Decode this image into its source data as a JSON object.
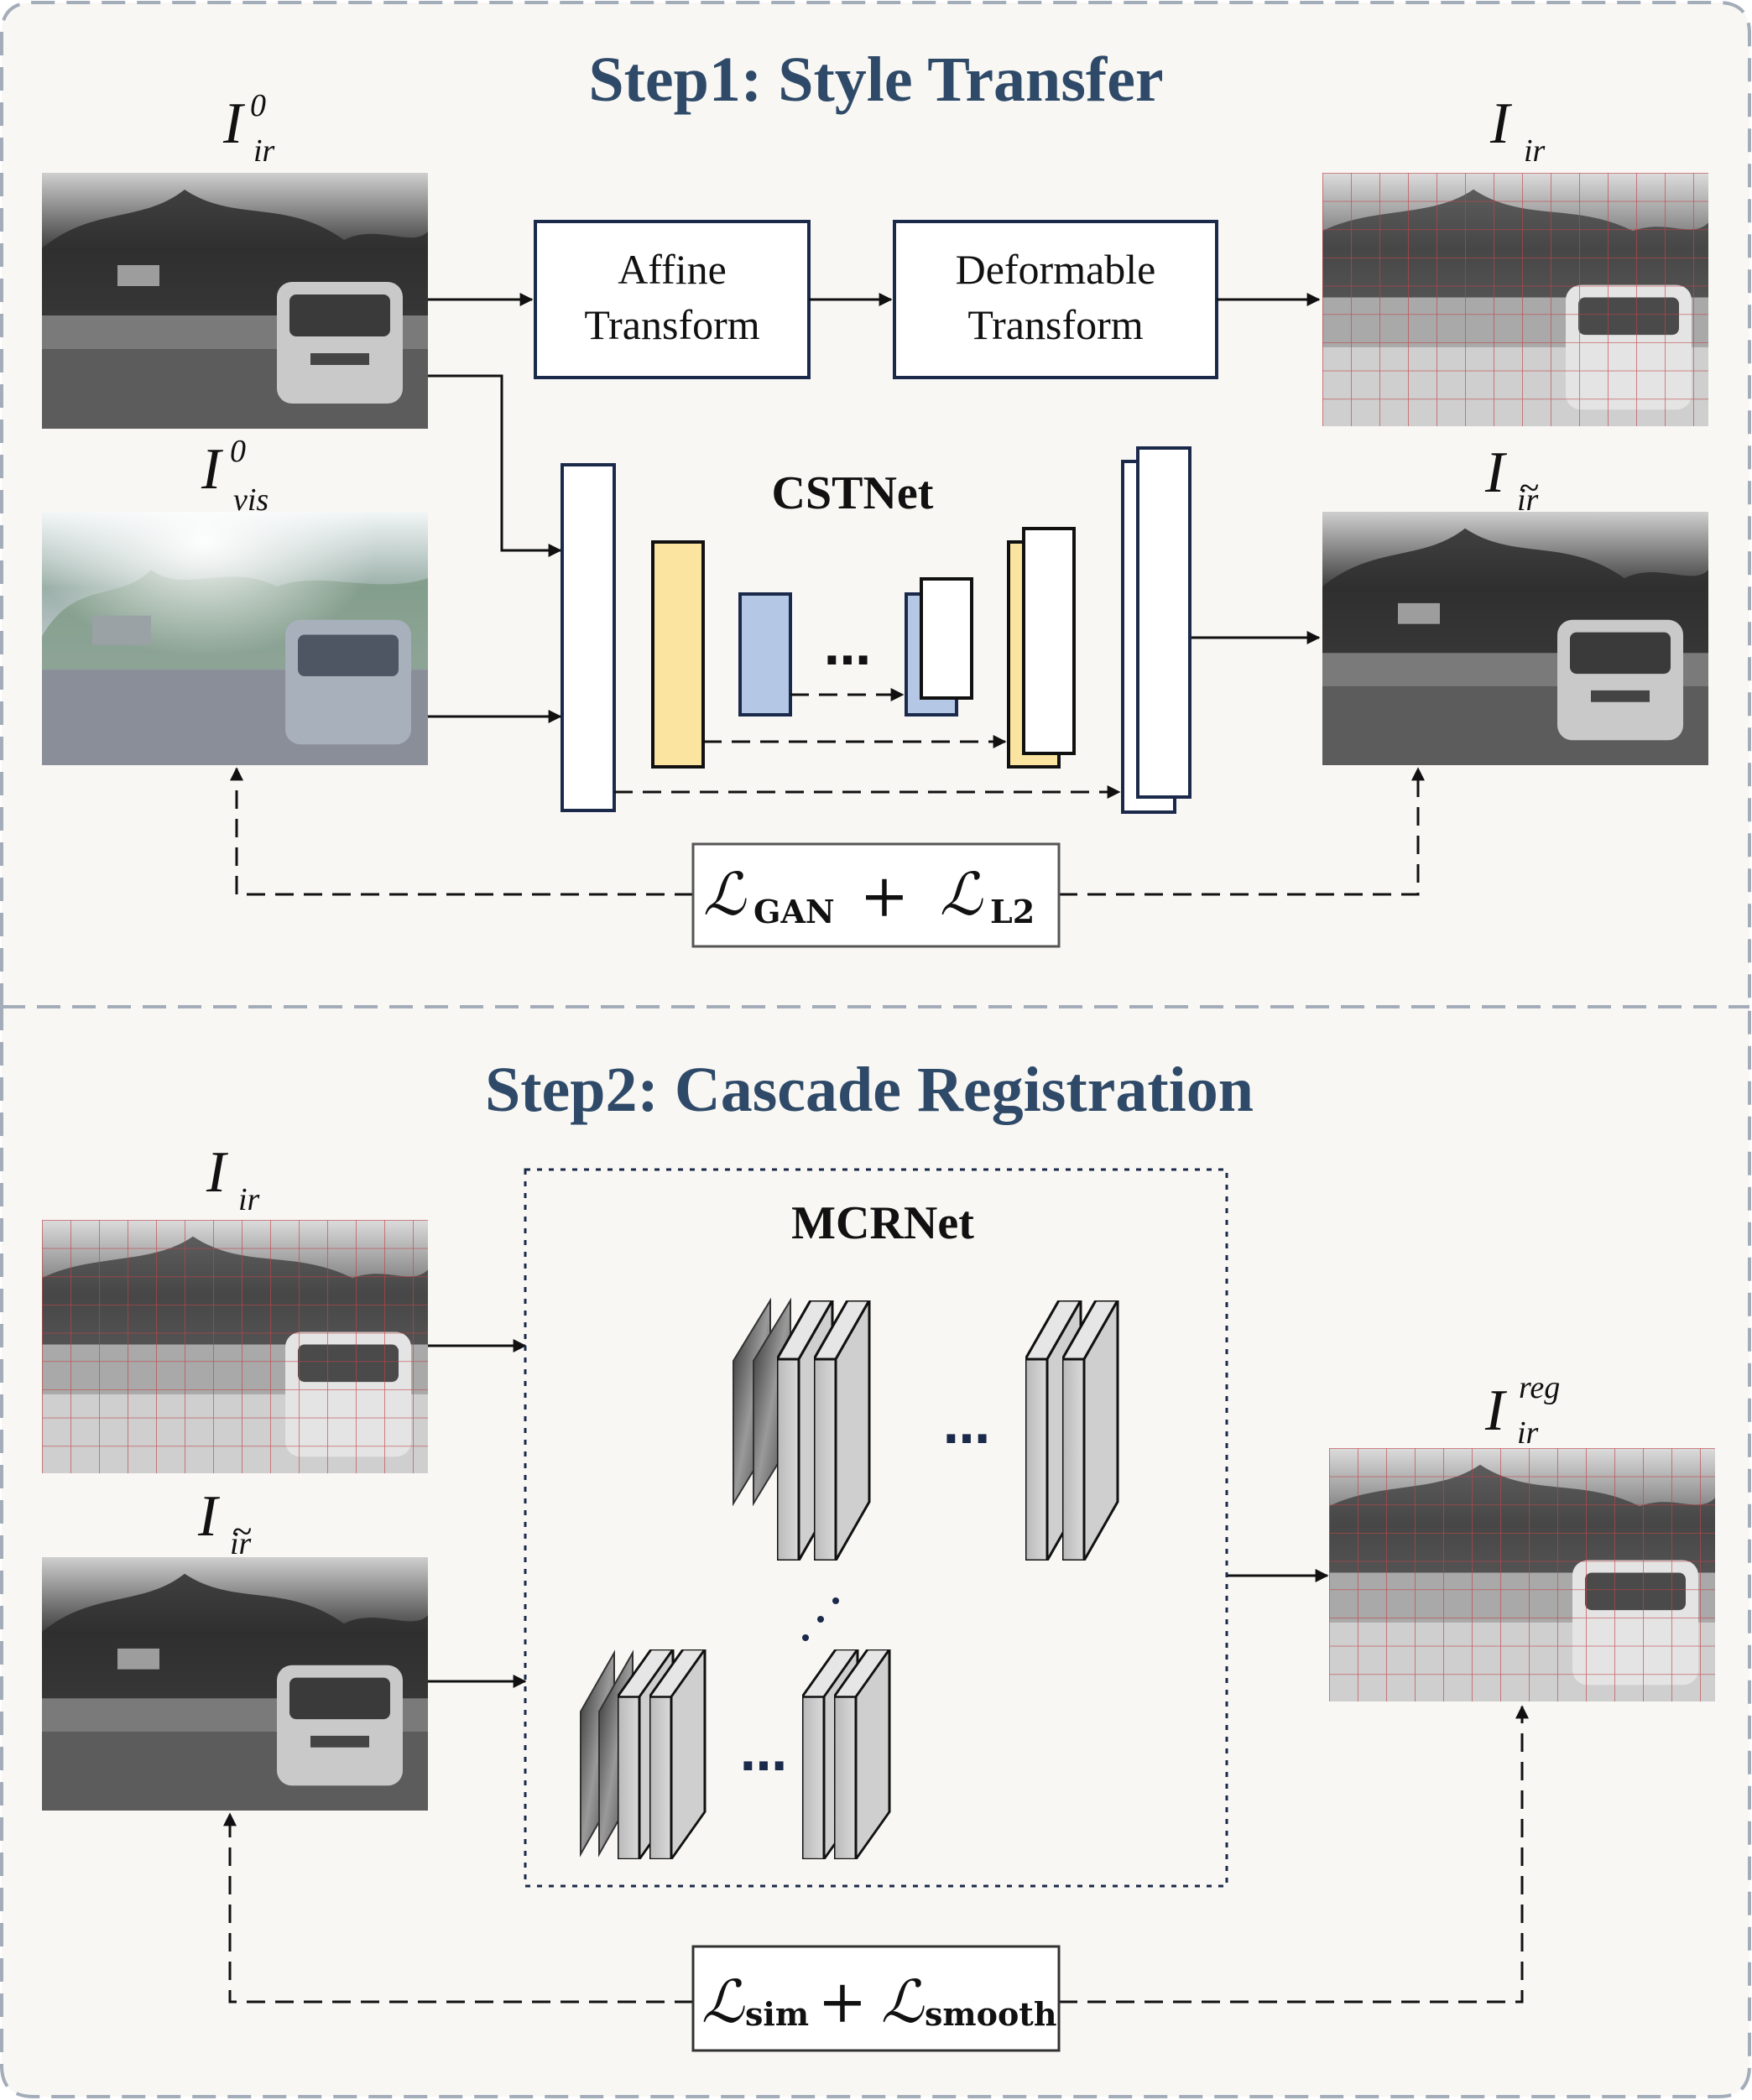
{
  "step1": {
    "title": "Step1: Style Transfer",
    "box_affine": [
      "Affine",
      "Transform"
    ],
    "box_deformable": [
      "Deformable",
      "Transform"
    ],
    "network": "CSTNet",
    "loss": {
      "a": "GAN",
      "b": "L2"
    }
  },
  "step2": {
    "title": "Step2: Cascade Registration",
    "network": "MCRNet",
    "loss": {
      "a": "sim",
      "b": "smooth"
    }
  },
  "symbols": {
    "I": "I",
    "ir": "ir",
    "vis": "vis",
    "zero": "0",
    "reg": "reg",
    "tilde": "~",
    "calL": "ℒ",
    "plus": "+"
  },
  "colors": {
    "title": "#2f4a68",
    "panel_bg": "#f8f7f4",
    "panel_border": "#a3acb9",
    "encoder_yellow": "#fbe3a0",
    "encoder_blue": "#b4c8e6",
    "box_border": "#1b2a4a"
  }
}
